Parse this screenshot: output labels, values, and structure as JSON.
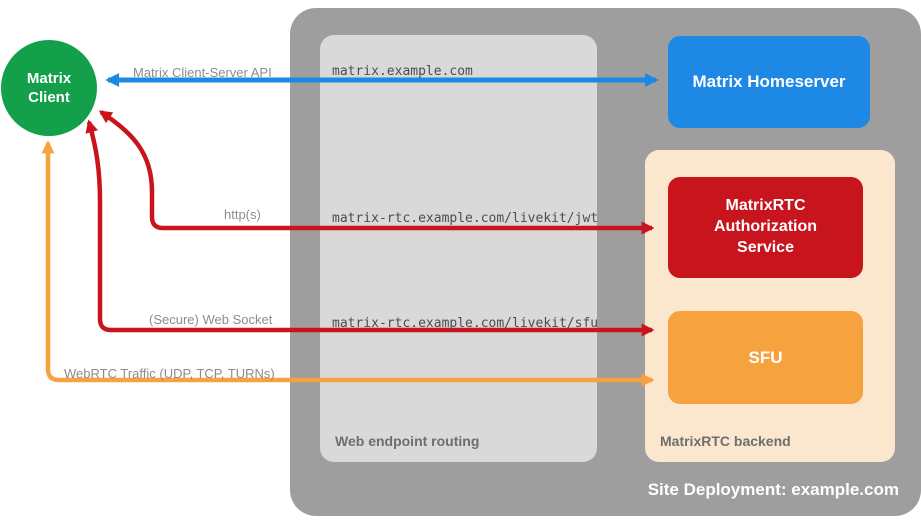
{
  "client": {
    "line1": "Matrix",
    "line2": "Client"
  },
  "deployment": {
    "label": "Site Deployment: example.com"
  },
  "routing": {
    "label": "Web endpoint routing",
    "endpoints": [
      "matrix.example.com",
      "matrix-rtc.example.com/livekit/jwt",
      "matrix-rtc.example.com/livekit/sfu"
    ]
  },
  "backend": {
    "label": "MatrixRTC backend"
  },
  "nodes": {
    "homeserver": "Matrix Homeserver",
    "auth_service": "MatrixRTC Authorization Service",
    "sfu": "SFU"
  },
  "arrows": {
    "client_server_api": {
      "label": "Matrix Client-Server API",
      "color": "#1E88E5"
    },
    "https": {
      "label": "http(s)",
      "color": "#C8141C"
    },
    "websocket": {
      "label": "(Secure) Web Socket",
      "color": "#C8141C"
    },
    "webrtc": {
      "label": "WebRTC Traffic (UDP, TCP, TURNs)",
      "color": "#F6A23F"
    }
  },
  "colors": {
    "client_green": "#14A04A",
    "homeserver_blue": "#1E88E5",
    "auth_red": "#C8141C",
    "sfu_orange": "#F6A23F",
    "deployment_gray": "#9E9E9E",
    "routing_gray": "#D9D9D9",
    "backend_peach": "#FBE7CE"
  }
}
